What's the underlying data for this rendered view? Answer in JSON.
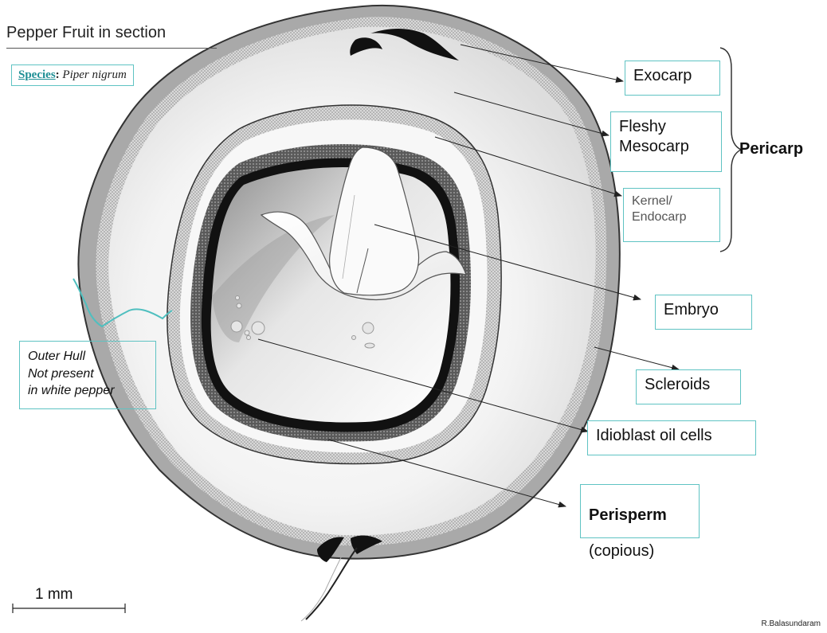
{
  "title": "Pepper Fruit in section",
  "species": {
    "key": "Species",
    "separator": ":",
    "value": "Piper nigrum"
  },
  "labels": {
    "exocarp": "Exocarp",
    "fleshy_mesocarp": "Fleshy\nMesocarp",
    "kernel_endocarp": "Kernel/\nEndocarp",
    "pericarp": "Pericarp",
    "embryo": "Embryo",
    "scleroids": "Scleroids",
    "idioblast": "Idioblast oil cells",
    "perisperm": "Perisperm",
    "perisperm_note": "(copious)",
    "outer_hull": "Outer Hull\nNot present\nin white pepper"
  },
  "scale_bar": {
    "label": "1 mm"
  },
  "credit": "R.Balasundaram",
  "colors": {
    "accent_box": "#5fc3c3",
    "species_link": "#1f8f95",
    "outer_skin": "#a9a9a9",
    "dark_ring": "#222222",
    "inner_ring": "#cfcfcf"
  }
}
